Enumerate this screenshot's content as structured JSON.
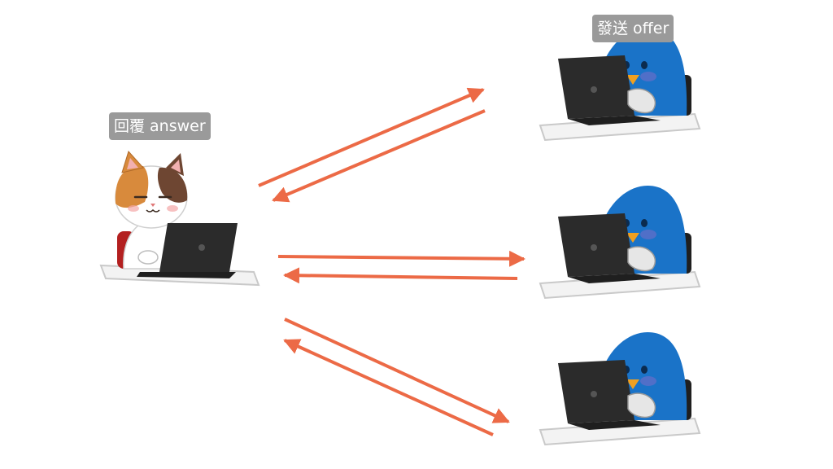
{
  "labels": {
    "answer": "回覆 answer",
    "offer": "發送 offer"
  },
  "colors": {
    "arrow": "#ec6a46",
    "penguin": "#1a73c8",
    "penguin_dark": "#0d4f93",
    "cat_orange": "#d88a3c",
    "cat_brown": "#6e4632",
    "laptop": "#2b2b2b",
    "desk": "#f2f2f2",
    "label_bg": "#9a9a9a"
  },
  "characters": {
    "left": "cat-at-laptop",
    "right": [
      "penguin-at-laptop",
      "penguin-at-laptop",
      "penguin-at-laptop"
    ]
  }
}
